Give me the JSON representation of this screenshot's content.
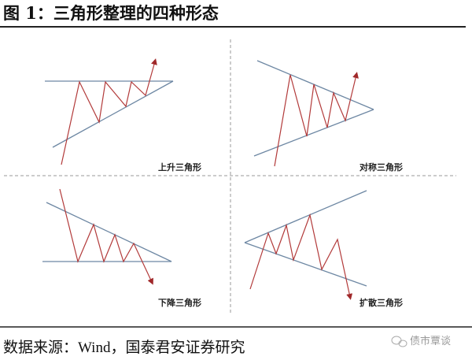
{
  "header": {
    "title": "图 1：三角形整理的四种形态"
  },
  "panels": [
    {
      "label": "上升三角形"
    },
    {
      "label": "对称三角形"
    },
    {
      "label": "下降三角形"
    },
    {
      "label": "扩散三角形"
    }
  ],
  "footer": {
    "source": "数据来源：Wind，国泰君安证券研究",
    "watermark": "债市覃谈"
  },
  "colors": {
    "trendline": "#6d87a3",
    "price": "#b23a3a"
  }
}
